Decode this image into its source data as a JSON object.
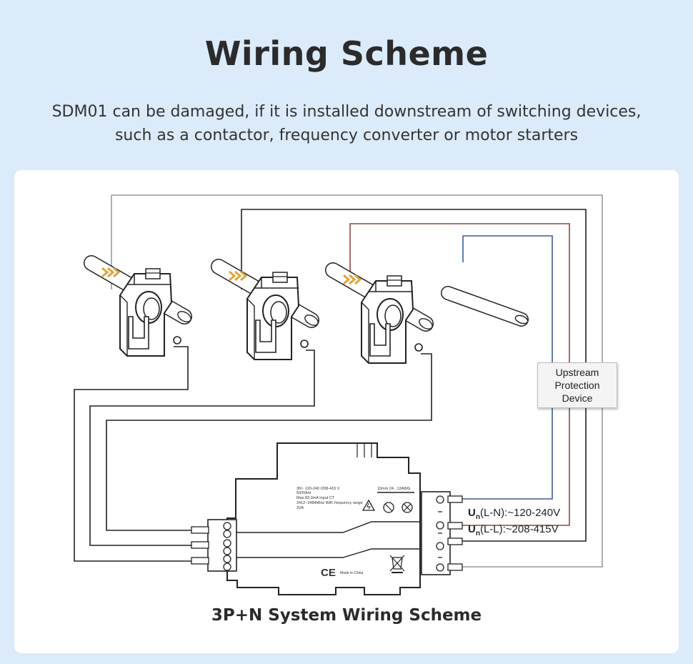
{
  "header": {
    "title": "Wiring Scheme",
    "subtitle_line1": "SDM01 can be damaged, if it is installed downstream of switching devices,",
    "subtitle_line2": "such as a contactor, frequency converter or motor starters"
  },
  "diagram": {
    "caption": "3P+N System Wiring Scheme",
    "protection_device": {
      "line1": "Upstream",
      "line2": "Protection",
      "line3": "Device"
    },
    "voltage_ln": {
      "symbol": "U",
      "sub": "n",
      "text": "(L-N):~120-240V"
    },
    "voltage_ll": {
      "symbol": "U",
      "sub": "n",
      "text": "(L-L):~208-415V"
    },
    "meter_label": {
      "line1": "3N~ 120-240 /208-415 V",
      "line2": "50/60Hz",
      "line3": "Max 83.3mA Input CT",
      "line4": "2412~2484MHz WiFi frequency range",
      "line5": "2VA",
      "wire_spec": "10mm  24...12AWG",
      "ce": "CE",
      "made_in": "Made in China"
    }
  },
  "colors": {
    "background": "#dcebfa",
    "wire_black": "#222222",
    "wire_grey": "#9a9a9a",
    "wire_brown": "#8b4a3c",
    "wire_blue": "#3a5f95",
    "ct_arrow": "#e0a43a"
  }
}
